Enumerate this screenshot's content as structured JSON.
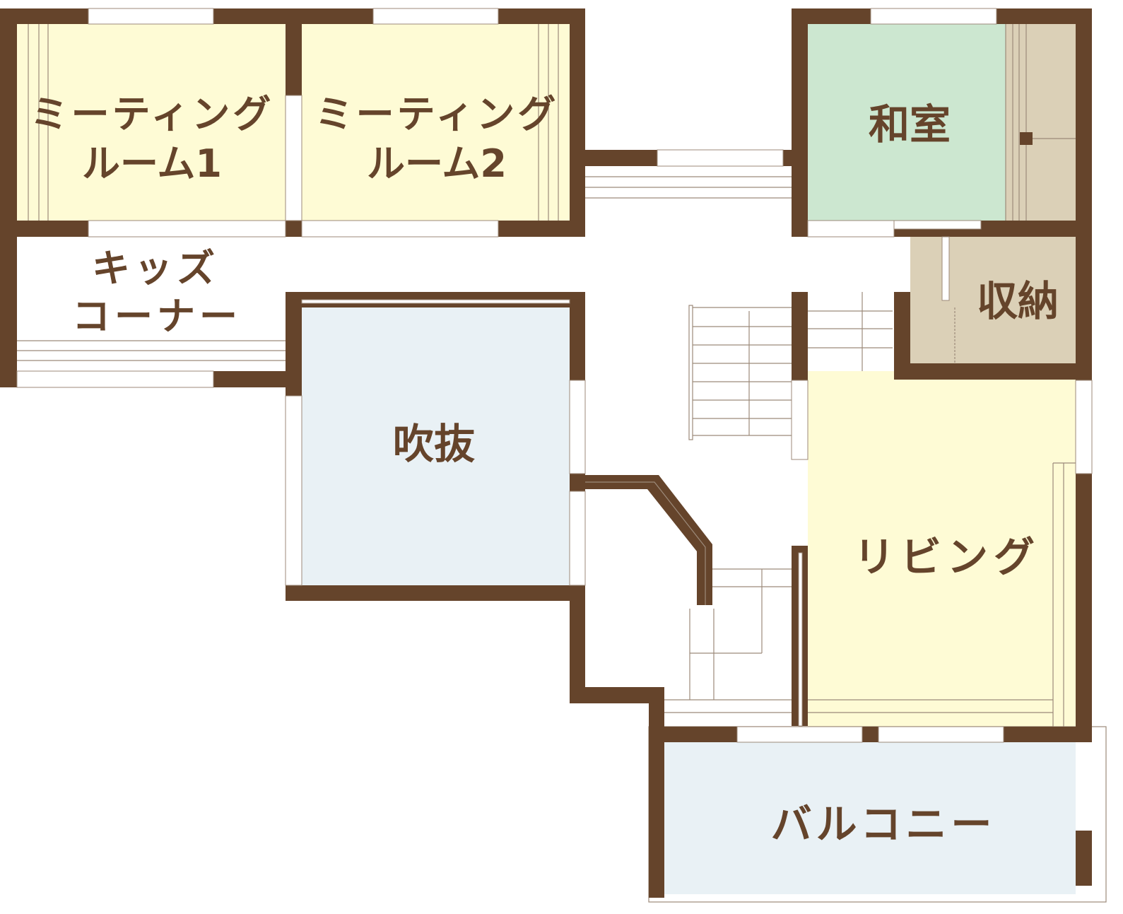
{
  "rooms": {
    "meeting1": {
      "line1": "ミーティング",
      "line2": "ルーム1"
    },
    "meeting2": {
      "line1": "ミーティング",
      "line2": "ルーム2"
    },
    "kids": {
      "line1": "キッズ",
      "line2": "コーナー"
    },
    "fukinuke": "吹抜",
    "washitsu": "和室",
    "storage": "収納",
    "living": "リビング",
    "balcony": "バルコニー"
  },
  "colors": {
    "wall": "#65442b",
    "yellow": "#fefbd5",
    "green": "#cce7d0",
    "beige": "#dbd0b7",
    "blue": "#e9f1f5"
  }
}
